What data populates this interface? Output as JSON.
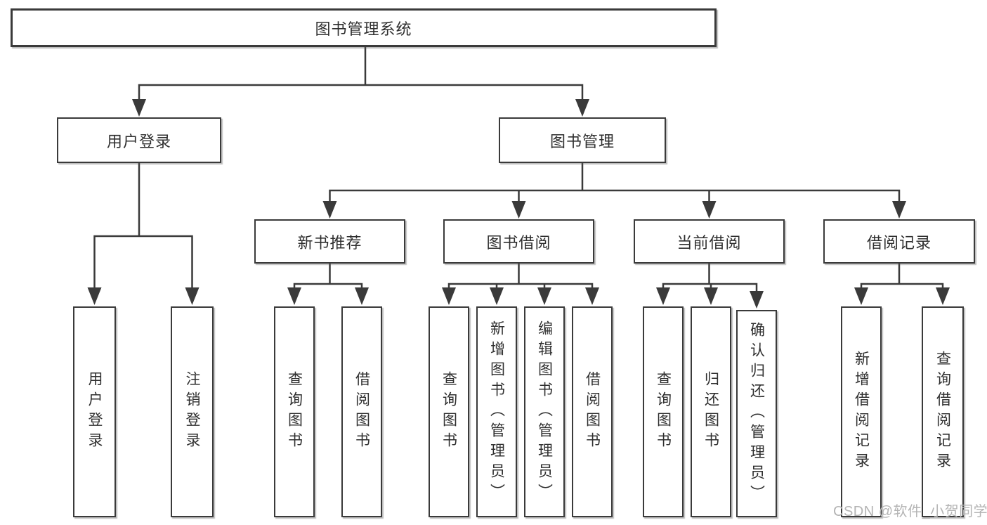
{
  "tree": {
    "label": "图书管理系统",
    "children": [
      {
        "label": "用户登录",
        "children": [
          {
            "label": "用户登录"
          },
          {
            "label": "注销登录"
          }
        ]
      },
      {
        "label": "图书管理",
        "children": [
          {
            "label": "新书推荐",
            "children": [
              {
                "label": "查询图书"
              },
              {
                "label": "借阅图书"
              }
            ]
          },
          {
            "label": "图书借阅",
            "children": [
              {
                "label": "查询图书"
              },
              {
                "label": "新增图书（管理员）"
              },
              {
                "label": "编辑图书（管理员）"
              },
              {
                "label": "借阅图书"
              }
            ]
          },
          {
            "label": "当前借阅",
            "children": [
              {
                "label": "查询图书"
              },
              {
                "label": "归还图书"
              },
              {
                "label": "确认归还（管理员）"
              }
            ]
          },
          {
            "label": "借阅记录",
            "children": [
              {
                "label": "新增借阅记录"
              },
              {
                "label": "查询借阅记录"
              }
            ]
          }
        ]
      }
    ]
  },
  "watermark": {
    "text": "CSDN @软件_小贺同学"
  },
  "colors": {
    "background": "#ffffff",
    "box_border": "#3a3a3a",
    "connector_line": "#3a3a3a",
    "text": "#2f2f2f",
    "watermark_text": "#b4b4b4"
  }
}
